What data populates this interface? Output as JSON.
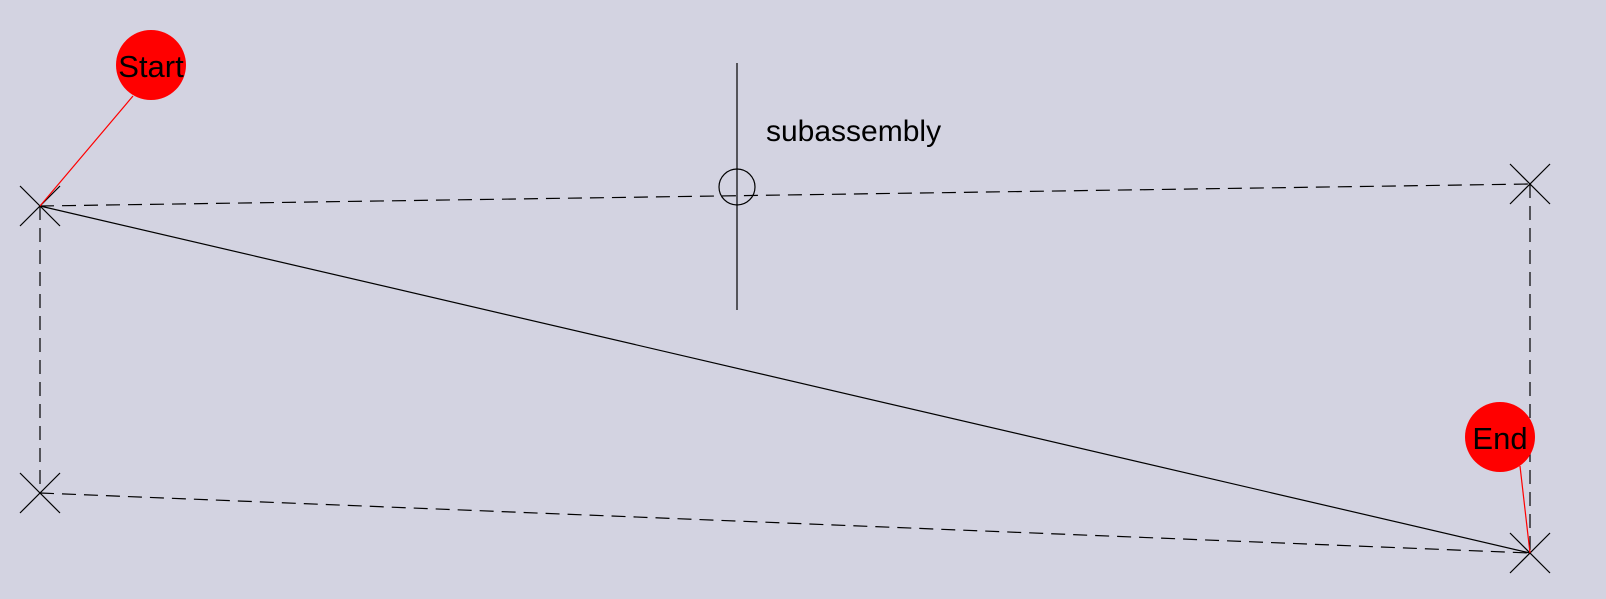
{
  "labels": {
    "start": "Start",
    "end": "End",
    "subassembly": "subassembly"
  },
  "colors": {
    "background": "#d3d3e1",
    "marker_fill": "#ff0000",
    "leader_line": "#ff0000",
    "line": "#000000"
  }
}
